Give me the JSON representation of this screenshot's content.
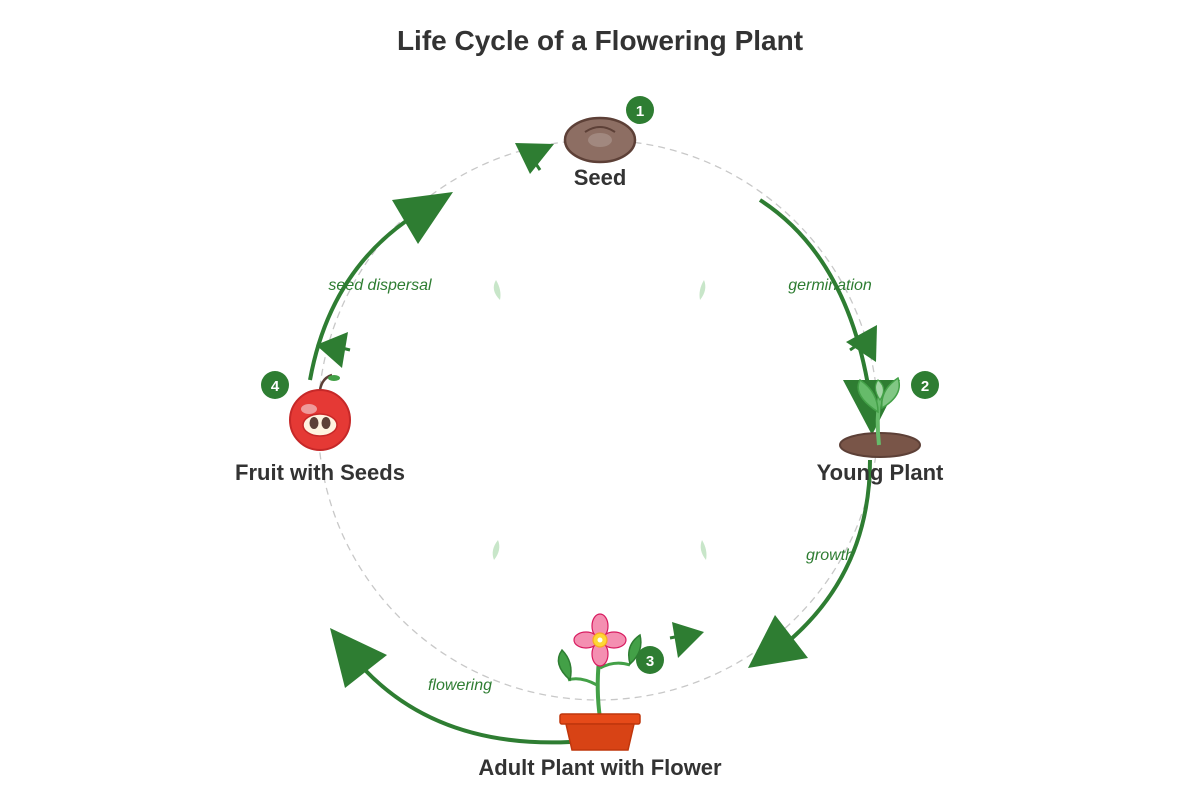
{
  "title": "Life Cycle of a Flowering Plant",
  "colors": {
    "arrow": "#2e7d32",
    "guide_circle": "#c8c8c8",
    "badge": "#2e7d32",
    "text": "#333333",
    "seed": "#8d6e63",
    "soil": "#795548",
    "leaf": "#43a047",
    "petal": "#f48fb1",
    "flower_center": "#fdd835",
    "pot": "#d84315",
    "fruit": "#e53935"
  },
  "stages": [
    {
      "number": "1",
      "label": "Seed",
      "icon": "seed-icon"
    },
    {
      "number": "2",
      "label": "Young Plant",
      "icon": "seedling-icon"
    },
    {
      "number": "3",
      "label": "Adult Plant with Flower",
      "icon": "flowering-plant-icon"
    },
    {
      "number": "4",
      "label": "Fruit with Seeds",
      "icon": "fruit-icon"
    }
  ],
  "processes": [
    {
      "label": "germination"
    },
    {
      "label": "growth"
    },
    {
      "label": "flowering"
    },
    {
      "label": "seed dispersal"
    }
  ]
}
